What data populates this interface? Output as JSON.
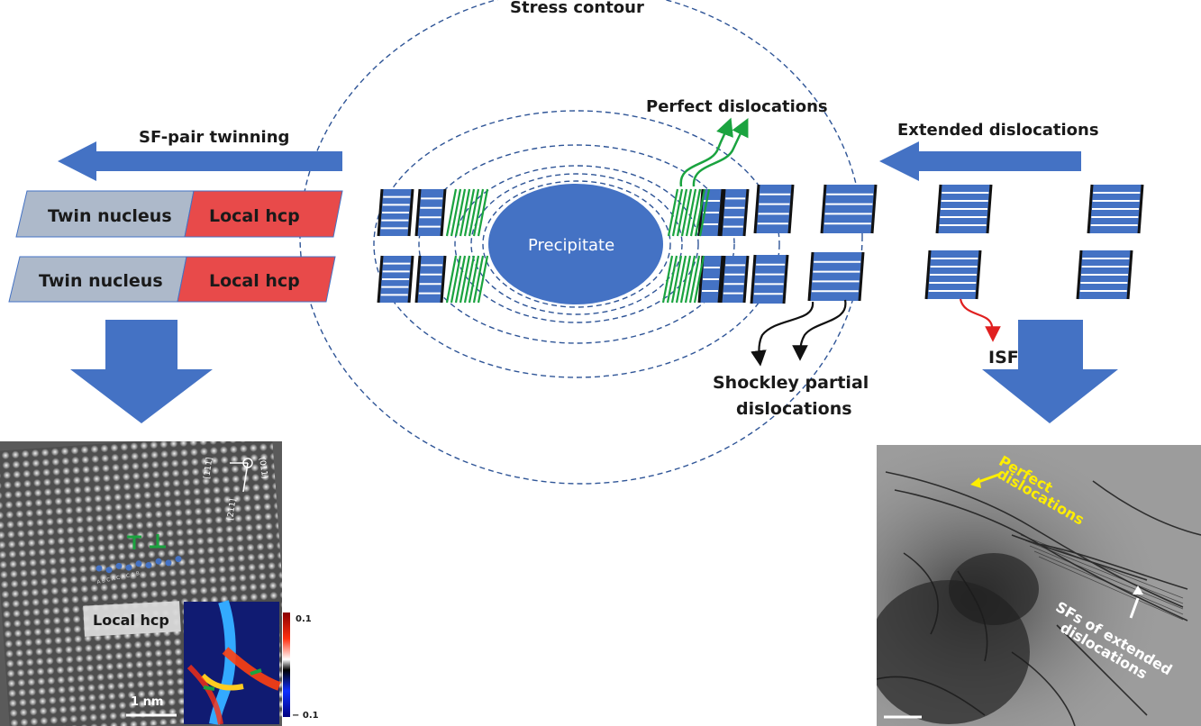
{
  "labels": {
    "stress_contour": "Stress contour",
    "perfect_dislocations_top": "Perfect dislocations",
    "sf_pair_twinning": "SF-pair twinning",
    "extended_dislocations": "Extended dislocations",
    "precipitate": "Precipitate",
    "shockley_line1": "Shockley partial",
    "shockley_line2": "dislocations",
    "isf": "ISF"
  },
  "twin_rows": [
    {
      "twin": "Twin nucleus",
      "hcp": "Local hcp"
    },
    {
      "twin": "Twin nucleus",
      "hcp": "Local hcp"
    }
  ],
  "hrtem": {
    "local_hcp_tag": "Local hcp",
    "scale_bar": "1 nm",
    "colorbar_max": "0.1",
    "colorbar_min": "− 0.1",
    "stacking_letters": "A B C A C A C A B",
    "direction_1": "[111]",
    "direction_2": "[211]",
    "direction_3": "(011)"
  },
  "tem": {
    "perfect_line1": "Perfect",
    "perfect_line2": "dislocations",
    "sf_line1": "SFs of extended",
    "sf_line2": "dislocations"
  },
  "colors": {
    "blue": "#4472c4",
    "green": "#1aa33f",
    "red_box": "#e84a4a",
    "gray_box": "#adb9ca",
    "contour": "#2f5597"
  }
}
